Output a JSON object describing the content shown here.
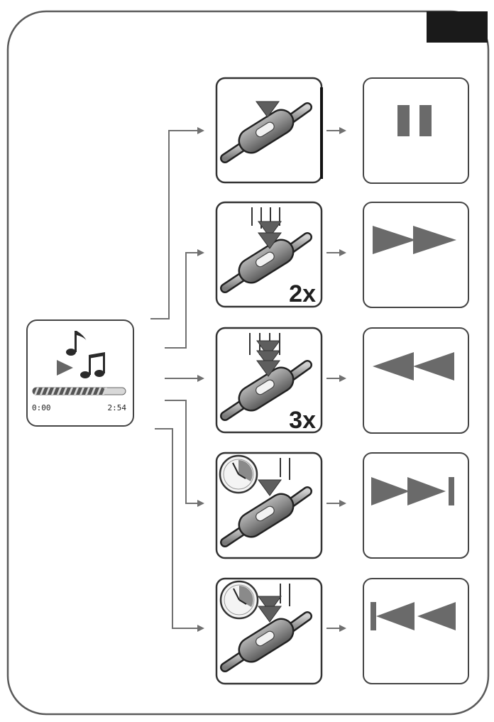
{
  "player": {
    "time_start": "0:00",
    "time_end": "2:54",
    "progress": 0.78
  },
  "rows": [
    {
      "id": "pause",
      "multiplier": "",
      "press": "single",
      "long_press": false,
      "action": "pause-icon"
    },
    {
      "id": "forward",
      "multiplier": "2x",
      "press": "double",
      "long_press": false,
      "action": "fast-forward-icon"
    },
    {
      "id": "rewind",
      "multiplier": "3x",
      "press": "triple",
      "long_press": false,
      "action": "rewind-icon"
    },
    {
      "id": "next",
      "multiplier": "",
      "press": "single",
      "long_press": true,
      "action": "skip-next-icon"
    },
    {
      "id": "previous",
      "multiplier": "",
      "press": "double",
      "long_press": true,
      "action": "skip-previous-icon"
    }
  ],
  "colors": {
    "frame": "#5a5a5a",
    "arrow": "#707070",
    "icon_gray": "#777777",
    "remote_body": "#8a8a8a",
    "corner_tab": "#1a1a1a"
  }
}
